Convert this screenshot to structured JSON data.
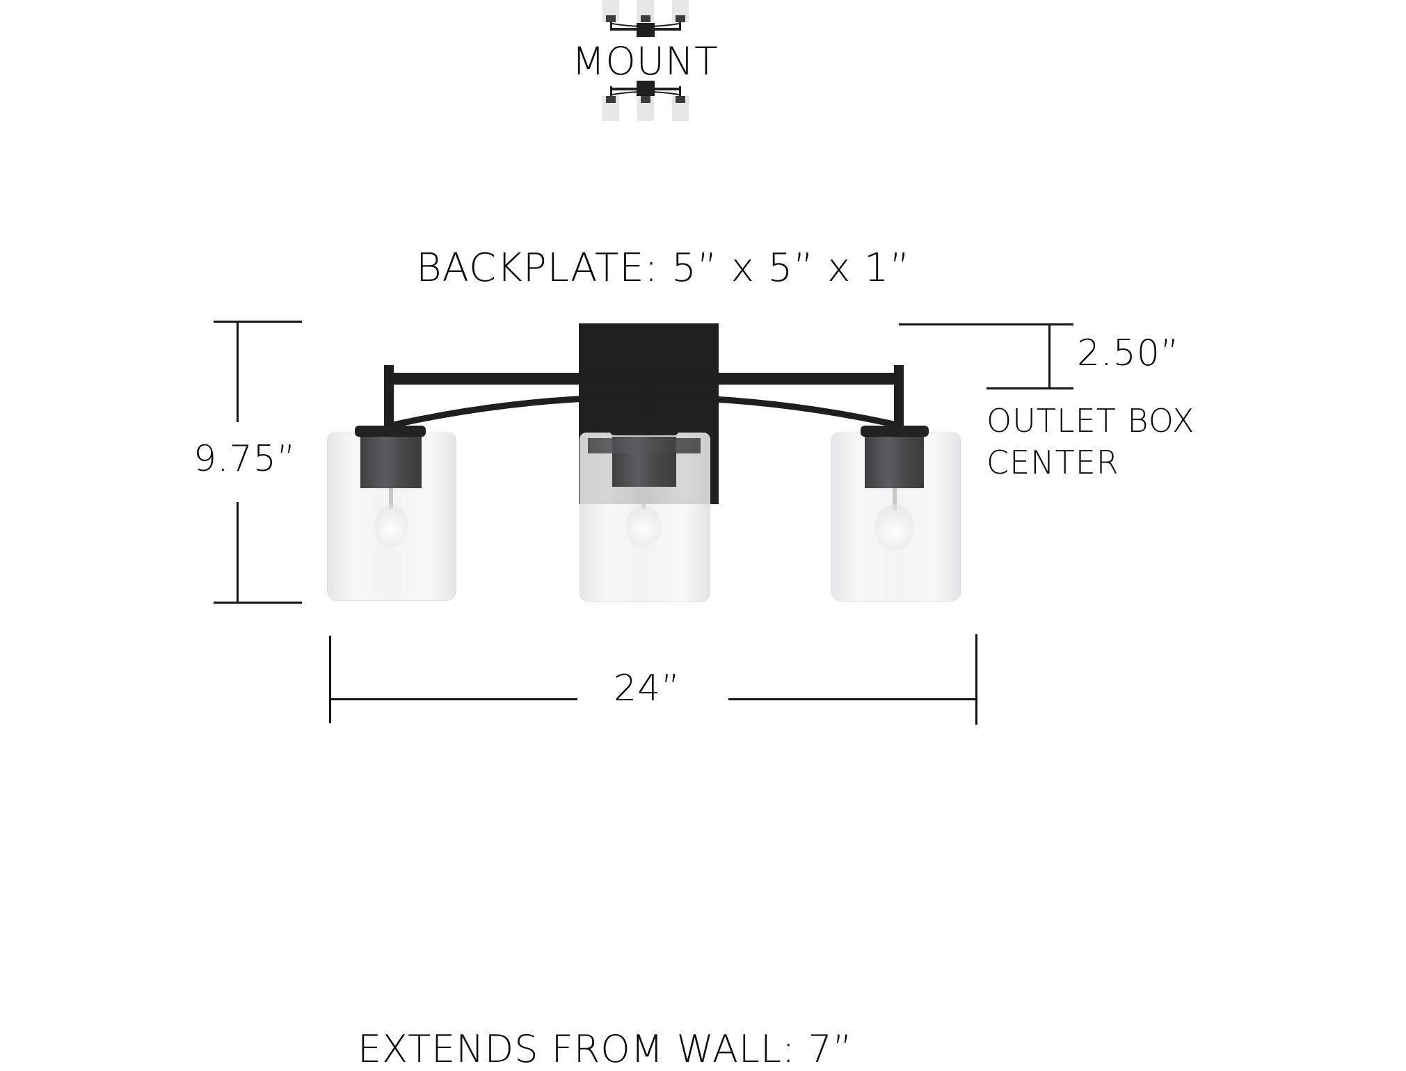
{
  "mount_label": "MOUNT",
  "backplate_label": "BACKPLATE: 5” x 5” x 1”",
  "dimensions": {
    "height": "9.75”",
    "width": "24”",
    "outlet_offset": "2.50”",
    "outlet_label_line1": "OUTLET BOX",
    "outlet_label_line2": "CENTER",
    "extension": "EXTENDS FROM WALL: 7”"
  },
  "fixture": {
    "name": "3-light vanity fixture",
    "finish_color": "#1d1f20",
    "glass_color": "#eceef1",
    "lights": 3
  },
  "mount_icons": [
    "fixture-up-icon",
    "fixture-down-icon"
  ]
}
